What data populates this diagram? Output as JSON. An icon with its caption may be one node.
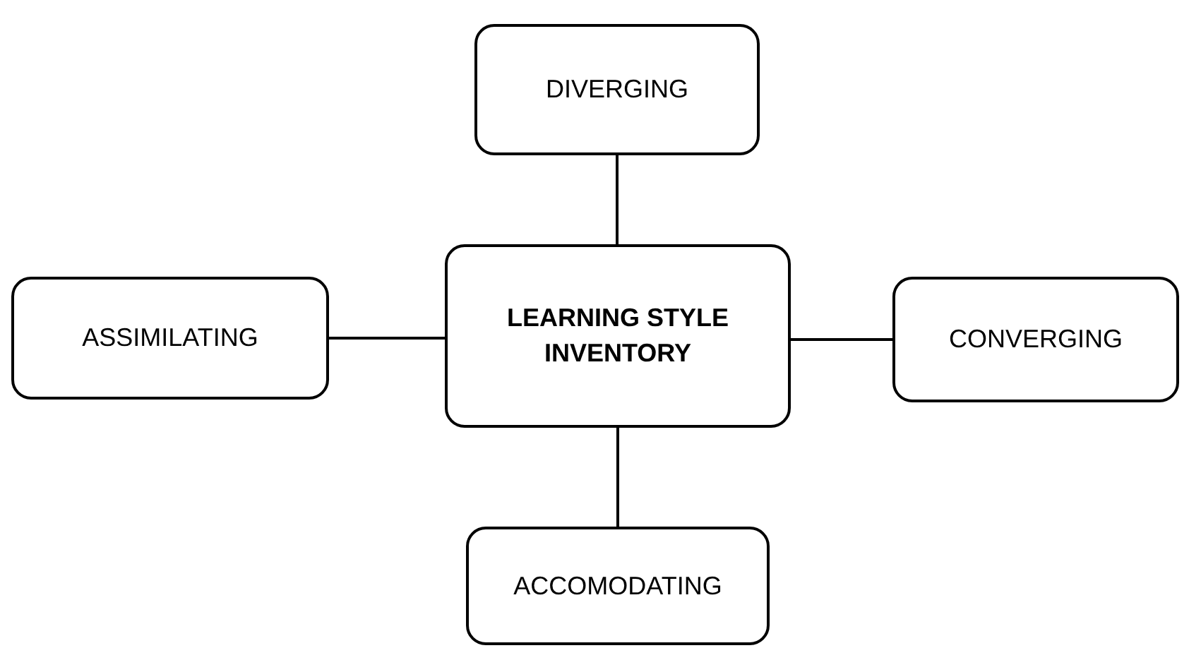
{
  "diagram": {
    "nodes": [
      {
        "text": [
          "DIVERGING"
        ]
      },
      {
        "text": [
          "ASSIMILATING"
        ]
      },
      {
        "text": [
          "LEARNING STYLE INVENTORY"
        ]
      },
      {
        "text": [
          "CONVERGING"
        ]
      },
      {
        "text": [
          "ACCOMODATING"
        ]
      }
    ],
    "edges": [
      {
        "from": 2,
        "to": 0,
        "arrow": "none"
      },
      {
        "from": 2,
        "to": 1,
        "arrow": "none"
      },
      {
        "from": 2,
        "to": 3,
        "arrow": "none"
      },
      {
        "from": 2,
        "to": 4,
        "arrow": "none"
      }
    ]
  }
}
